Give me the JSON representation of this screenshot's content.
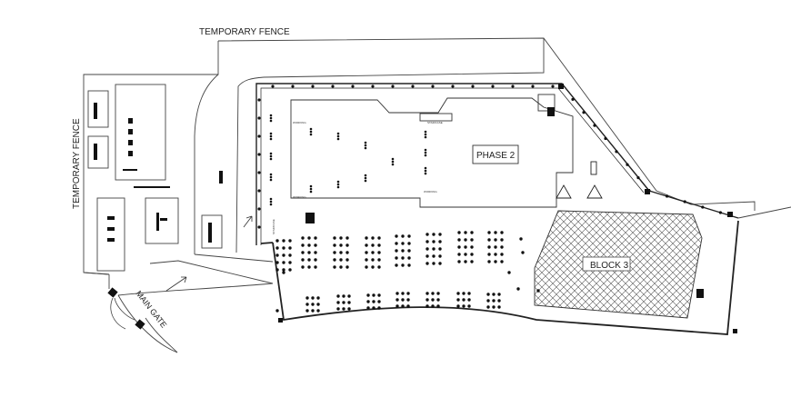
{
  "labels": {
    "temporary_fence_top": "TEMPORARY FENCE",
    "temporary_fence_left": "TEMPORARY FENCE",
    "main_gate": "MAIN GATE",
    "phase_2": "PHASE 2",
    "block_3": "BLOCK 3",
    "staircase": "STAIRCASE",
    "staircase_left": "STAIRCASE",
    "working_1": "WORKING",
    "working_2": "WORKING",
    "working_3": "WORKING"
  },
  "colors": {
    "line": "#333333",
    "thick_line": "#222222",
    "background": "#ffffff"
  }
}
